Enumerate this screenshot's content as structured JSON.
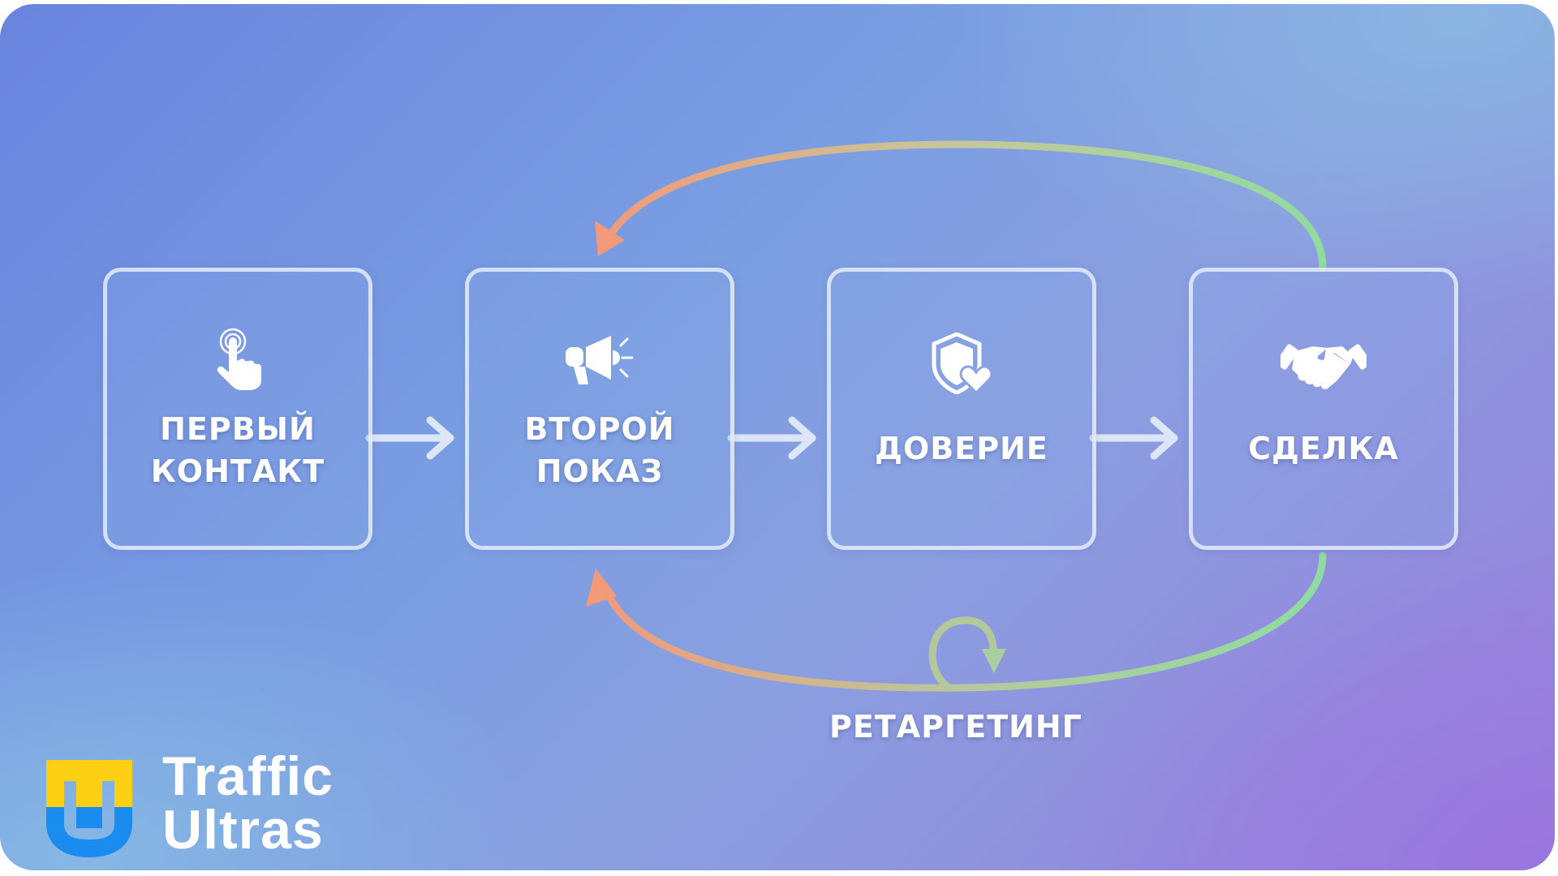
{
  "diagram": {
    "stages": [
      {
        "label": "ПЕРВЫЙ КОНТАКТ",
        "lines": [
          "ПЕРВЫЙ",
          "КОНТАКТ"
        ],
        "icon": "tap-hand-icon"
      },
      {
        "label": "ВТОРОЙ ПОКАЗ",
        "lines": [
          "ВТОРОЙ",
          "ПОКАЗ"
        ],
        "icon": "megaphone-icon"
      },
      {
        "label": "ДОВЕРИЕ",
        "lines": [
          "ДОВЕРИЕ"
        ],
        "icon": "shield-heart-icon"
      },
      {
        "label": "СДЕЛКА",
        "lines": [
          "СДЕЛКА"
        ],
        "icon": "handshake-icon"
      }
    ],
    "flow_arrows": [
      "ПЕРВЫЙ КОНТАКТ → ВТОРОЙ ПОКАЗ",
      "ВТОРОЙ ПОКАЗ → ДОВЕРИЕ",
      "ДОВЕРИЕ → СДЕЛКА"
    ],
    "loop_arrows": [
      {
        "from": "СДЕЛКА",
        "to": "ВТОРОЙ ПОКАЗ",
        "position": "top"
      },
      {
        "from": "СДЕЛКА",
        "to": "ВТОРОЙ ПОКАЗ",
        "position": "bottom",
        "label": "РЕТАРГЕТИНГ"
      }
    ],
    "retargeting_label": "РЕТАРГЕТИНГ"
  },
  "brand": {
    "name_line1": "Traffic",
    "name_line2": "Ultras",
    "colors": {
      "yellow": "#fdd015",
      "blue": "#1a8cf0"
    }
  },
  "colors": {
    "background_start": "#6a84df",
    "background_end": "#9878dc",
    "arc_start": "#8fdca0",
    "arc_end": "#f29a7a",
    "box_border": "#e4ecfa"
  }
}
